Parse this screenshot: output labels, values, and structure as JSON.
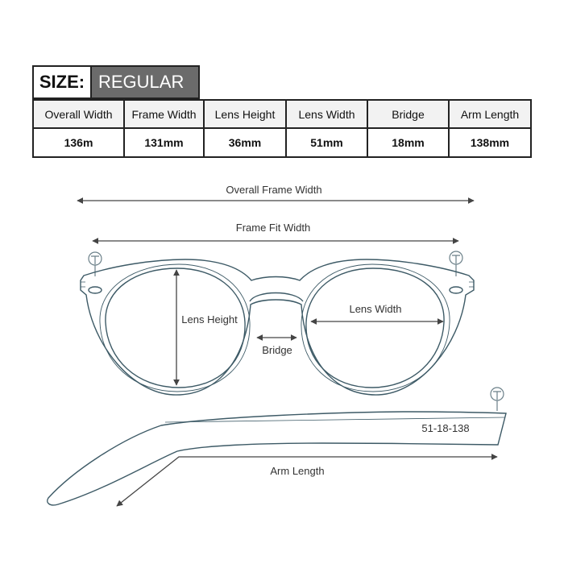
{
  "size": {
    "label": "SIZE:",
    "value": "REGULAR"
  },
  "table": {
    "headers": [
      "Overall  Width",
      "Frame Width",
      "Lens Height",
      "Lens Width",
      "Bridge",
      "Arm Length"
    ],
    "values": [
      "136m",
      "131mm",
      "36mm",
      "51mm",
      "18mm",
      "138mm"
    ]
  },
  "diagram": {
    "overall_frame_width": "Overall Frame Width",
    "frame_fit_width": "Frame Fit Width",
    "lens_height": "Lens Height",
    "lens_width": "Lens Width",
    "bridge": "Bridge",
    "arm_length": "Arm Length",
    "arm_code": "51-18-138"
  },
  "colors": {
    "frame_stroke": "#3d5a66",
    "arrow": "#444444",
    "size_value_bg": "#6b6b6b"
  }
}
